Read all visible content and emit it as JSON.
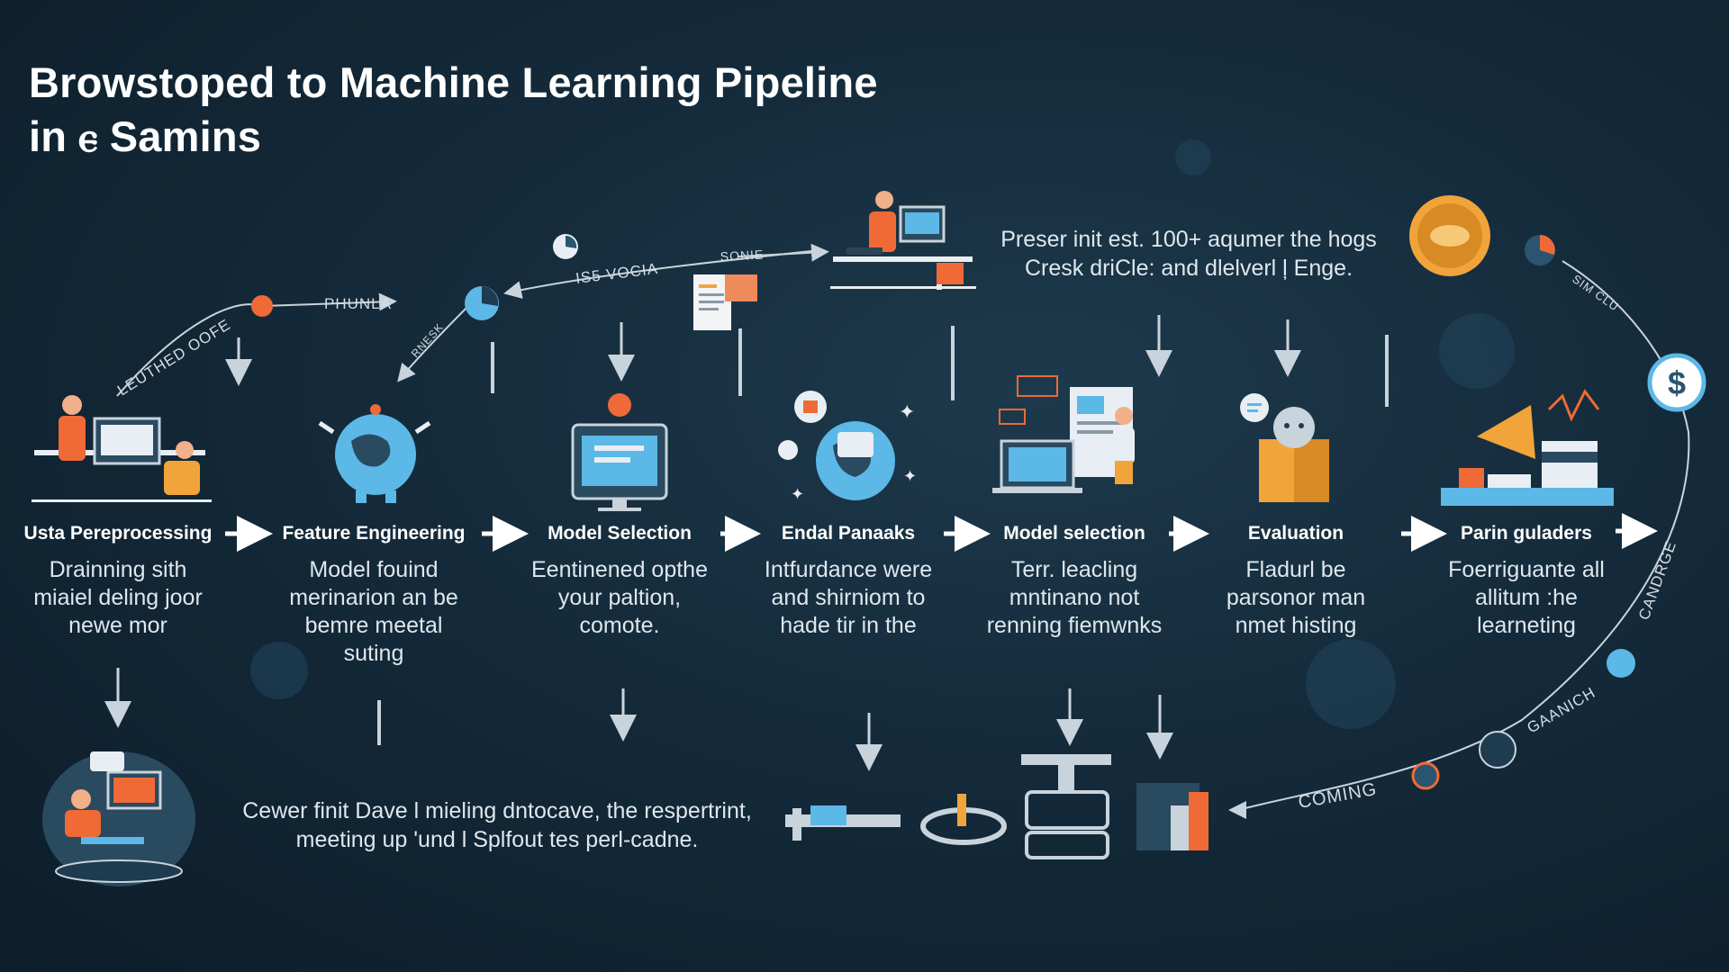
{
  "title": {
    "line1": "Browstoped to Machine Learning Pipeline",
    "line2": "in ⲉ Samins"
  },
  "steps": [
    {
      "label": "Usta Pereprocessing",
      "desc": [
        "Drainning sith",
        "miaiel deling joor",
        "newe mor"
      ]
    },
    {
      "label": "Feature Engineering",
      "desc": [
        "Model fouind",
        "merinarion an be",
        "bemre meetal",
        "suting"
      ]
    },
    {
      "label": "Model Selection",
      "desc": [
        "Eentinened opthe",
        "your paltion,",
        "comote."
      ]
    },
    {
      "label": "Endal Panaaks",
      "desc": [
        "Intfurdance were",
        "and shirniom to",
        "hade tir in the"
      ]
    },
    {
      "label": "Model selection",
      "desc": [
        "Terr. leacling",
        "mntinano not",
        "renning fiemwnks"
      ]
    },
    {
      "label": "Evaluation",
      "desc": [
        "Fladurl be",
        "parsonor man",
        "nmet histing"
      ]
    },
    {
      "label": "Parin guladers",
      "desc": [
        "Foerriguante all",
        "allitum :he",
        "learneting"
      ]
    }
  ],
  "top_note": [
    "Preser init  est. 100+ aqumer the hogs",
    "Cresk driCle: and dlelverl ļ Enge."
  ],
  "bottom_note": [
    "Cewer finit  Dave l mieling dntocave, the respertrint,",
    "meeting up 'und l Splfout tes perl-cadne."
  ],
  "curve_labels": {
    "leuthed": "LEUTHED OOFE",
    "phunla": "PHUNLA",
    "rnesk": "RNESK",
    "vocia": "IS5 VOCIA",
    "sonie": "SONIE",
    "sim_clu": "SIM CLU",
    "candrge": "CANDRGE",
    "gaanich": "GAANICH",
    "coming": "COMING"
  },
  "icons": {
    "dollar": "$"
  },
  "colors": {
    "accent_orange": "#ef6a36",
    "accent_blue": "#5cb8e6",
    "accent_gold": "#f1a43a"
  }
}
